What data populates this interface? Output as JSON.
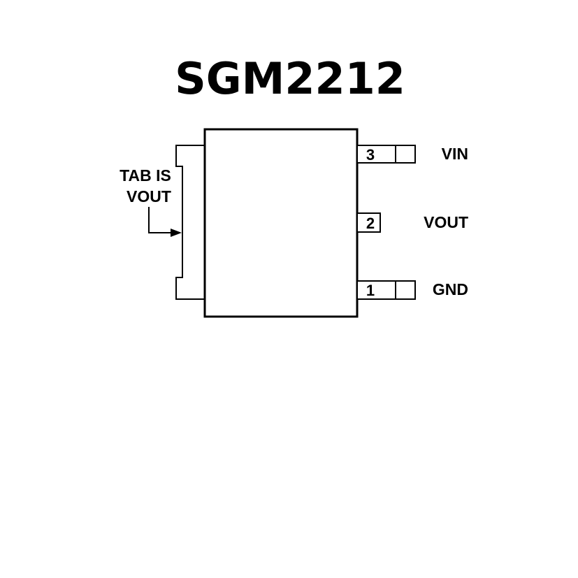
{
  "title": "SGM2212",
  "tab_label": {
    "line1": "TAB IS",
    "line2": "VOUT"
  },
  "pins": [
    {
      "number": "3",
      "name": "VIN"
    },
    {
      "number": "2",
      "name": "VOUT"
    },
    {
      "number": "1",
      "name": "GND"
    }
  ]
}
